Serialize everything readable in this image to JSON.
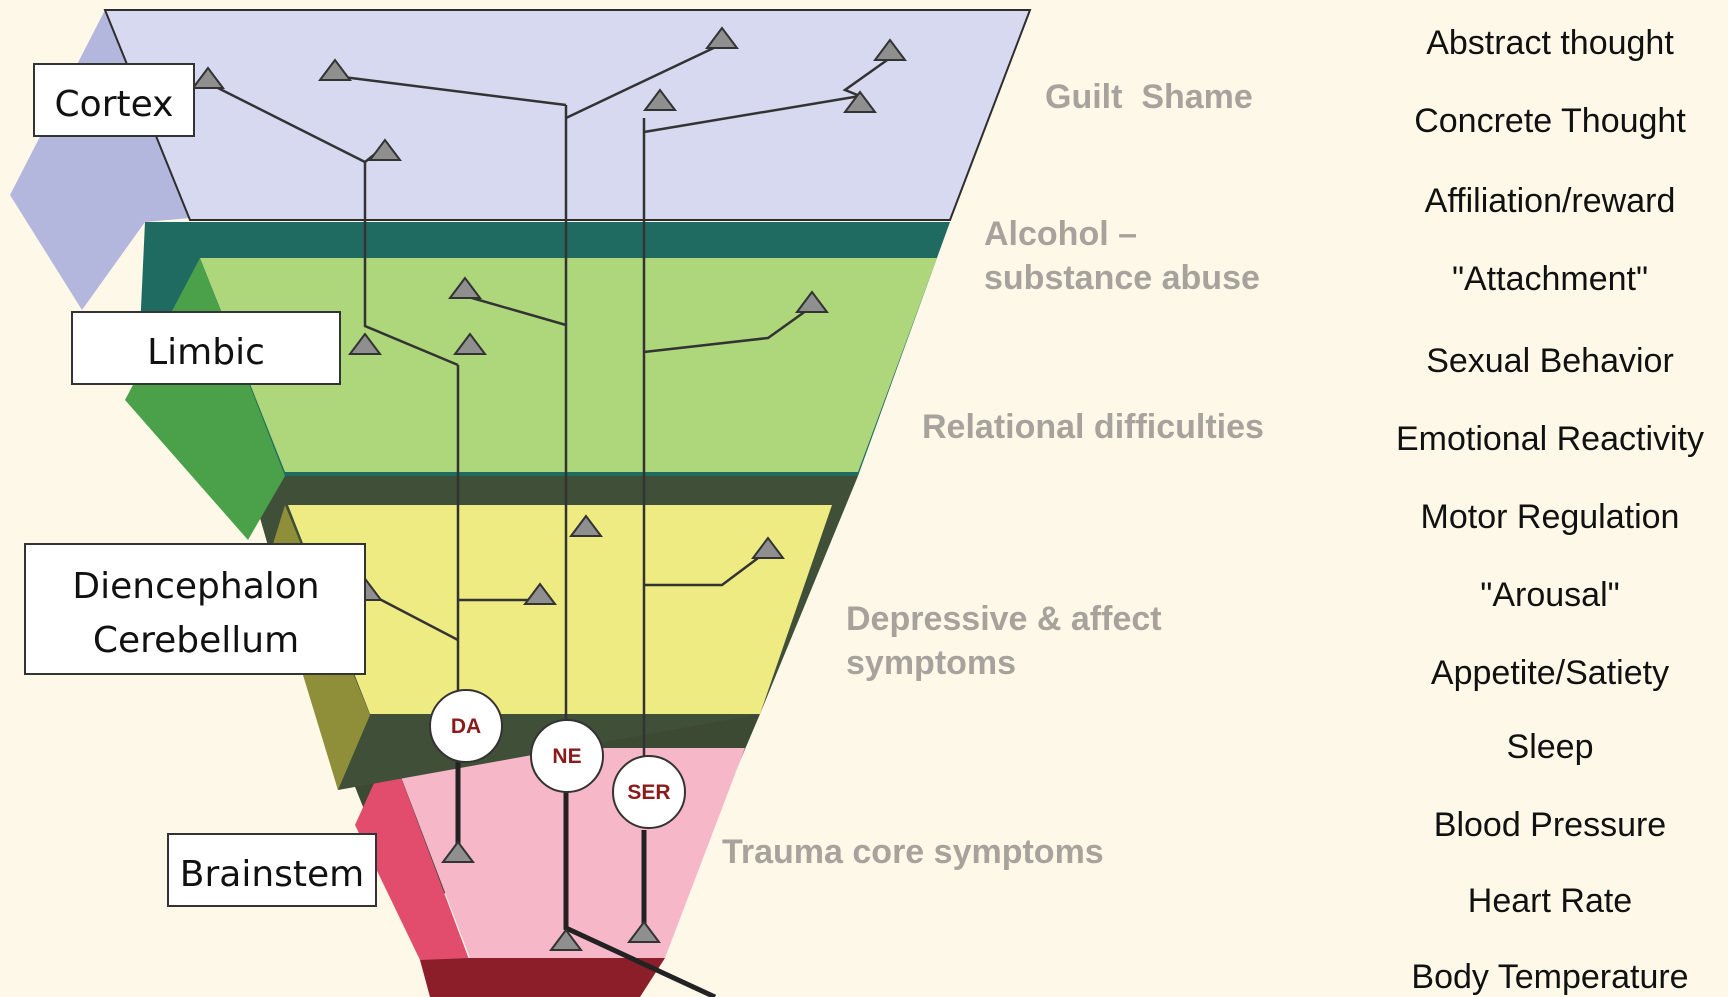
{
  "colors": {
    "background": "#fdf8e8",
    "cortex": "#d6d9f0",
    "cortex_side": "#b3b7de",
    "limbic": "#aed67a",
    "limbic_side": "#4aa14a",
    "limbic_rim": "#1f6b62",
    "diencephalon": "#eeeb82",
    "diencephalon_side": "#8f8f3a",
    "diencephalon_rim": "#3f4f38",
    "brainstem": "#f6b8c9",
    "brainstem_side": "#e24d6e",
    "brainstem_rim": "#3d4a33",
    "symptom_text": "#a7a39c",
    "neurotransmitter_text": "#8b1a1a"
  },
  "regions": {
    "cortex": "Cortex",
    "limbic": "Limbic",
    "diencephalon_line1": "Diencephalon",
    "diencephalon_line2": "Cerebellum",
    "brainstem": "Brainstem"
  },
  "neurotransmitters": {
    "da": "DA",
    "ne": "NE",
    "ser": "SER"
  },
  "symptoms": {
    "guilt": "Guilt  Shame",
    "alcohol_line1": "Alcohol –",
    "alcohol_line2": "substance abuse",
    "relational": "Relational difficulties",
    "depressive_line1": "Depressive & affect",
    "depressive_line2": "symptoms",
    "trauma": "Trauma core symptoms"
  },
  "functions": [
    "Abstract thought",
    "Concrete Thought",
    "Affiliation/reward",
    "\"Attachment\"",
    "Sexual Behavior",
    "Emotional Reactivity",
    "Motor Regulation",
    "\"Arousal\"",
    "Appetite/Satiety",
    "Sleep",
    "Blood Pressure",
    "Heart Rate",
    "Body Temperature"
  ]
}
